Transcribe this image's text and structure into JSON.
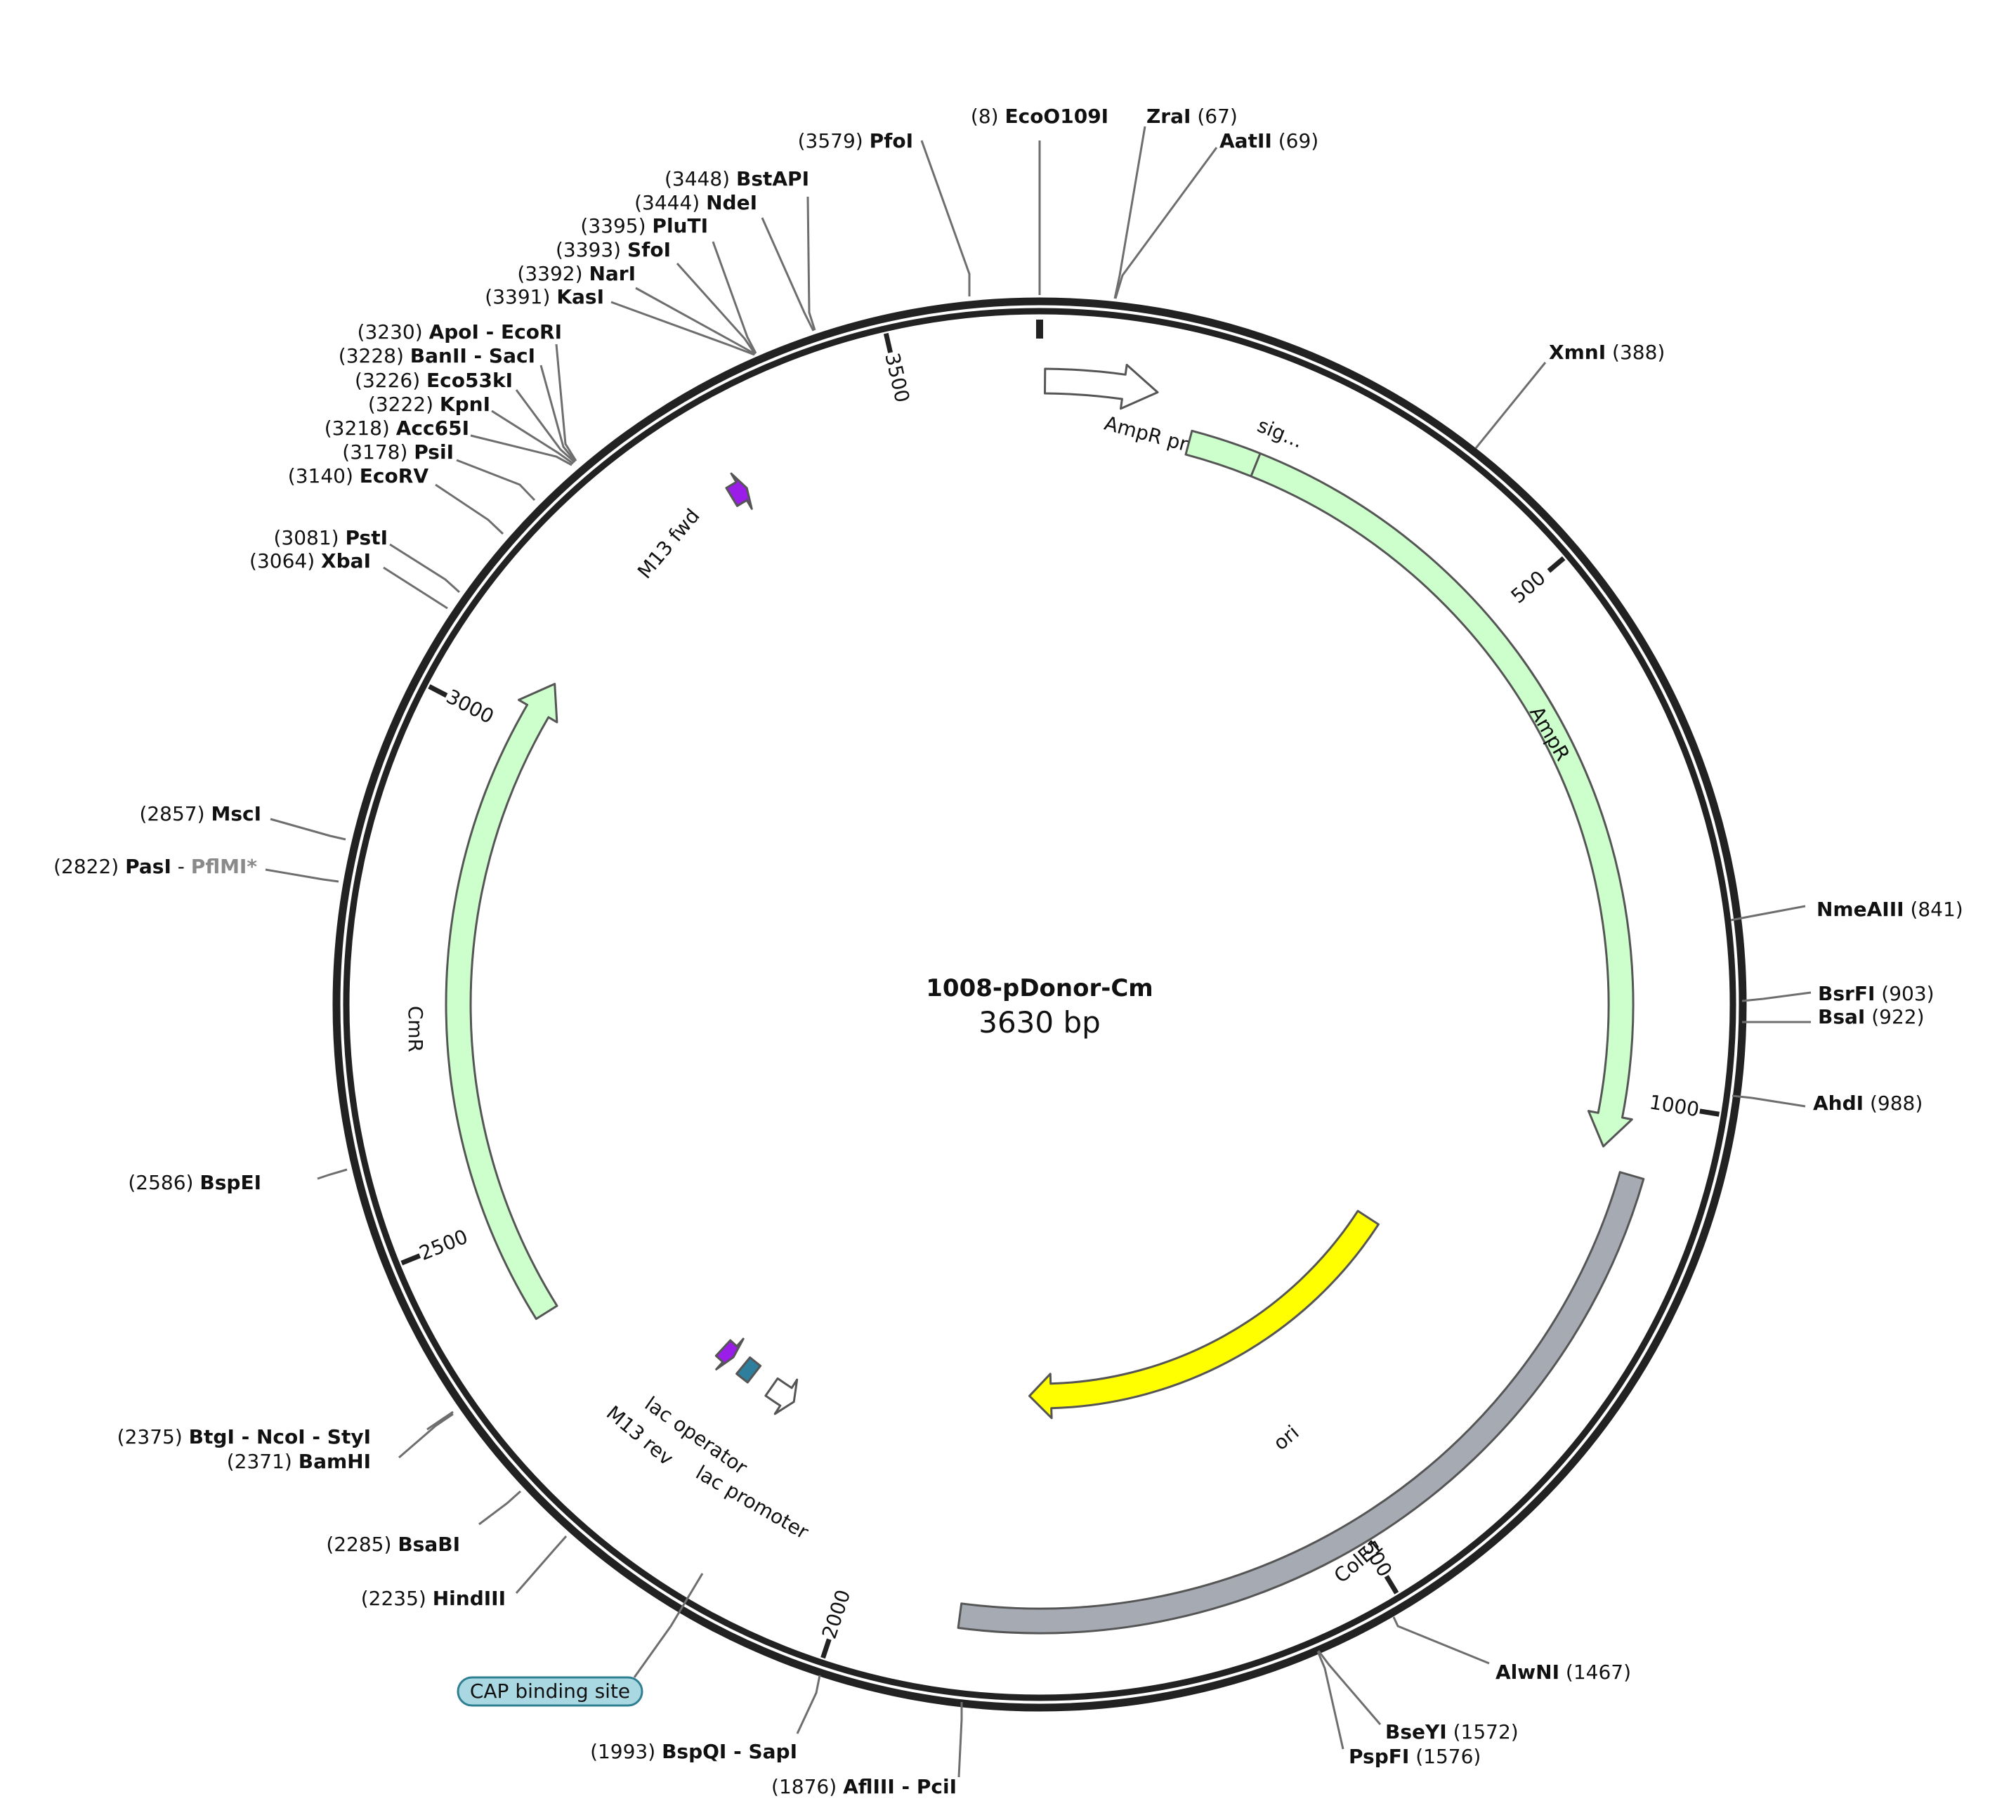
{
  "plasmid": {
    "name": "1008-pDonor-Cm",
    "length_label": "3630 bp",
    "length": 3630
  },
  "ticks": [
    {
      "pos": 500,
      "label": "500"
    },
    {
      "pos": 1000,
      "label": "1000"
    },
    {
      "pos": 1500,
      "label": "1500"
    },
    {
      "pos": 2000,
      "label": "2000"
    },
    {
      "pos": 2500,
      "label": "2500"
    },
    {
      "pos": 3000,
      "label": "3000"
    },
    {
      "pos": 3500,
      "label": "3500"
    }
  ],
  "features": [
    {
      "name": "AmpR promoter",
      "type": "arrow",
      "color": "#ffffff",
      "start": 5,
      "end": 110,
      "strand": 1
    },
    {
      "name": "sig...",
      "type": "box",
      "color": "#ccffcc",
      "start": 150,
      "end": 220,
      "strand": 1
    },
    {
      "name": "AmpR",
      "type": "arrow",
      "color": "#ccffcc",
      "start": 220,
      "end": 1050,
      "strand": 1
    },
    {
      "name": "ColE1",
      "type": "box",
      "color": "#a6abb3",
      "start": 1070,
      "end": 1890,
      "strand": 0
    },
    {
      "name": "ori",
      "type": "arrow",
      "color": "#ffff00",
      "start": 1240,
      "end": 1830,
      "strand": 1
    },
    {
      "name": "lac promoter",
      "type": "arrow",
      "color": "#ffffff",
      "start": 2135,
      "end": 2168,
      "strand": -1
    },
    {
      "name": "lac operator",
      "type": "box",
      "color": "#2e7f9e",
      "start": 2195,
      "end": 2212,
      "strand": 0
    },
    {
      "name": "M13 rev",
      "type": "arrow",
      "color": "#9b1de8",
      "start": 2228,
      "end": 2245,
      "strand": -1
    },
    {
      "name": "CmR",
      "type": "arrow",
      "color": "#ccffcc",
      "start": 2400,
      "end": 3060,
      "strand": 1
    },
    {
      "name": "M13 fwd",
      "type": "arrow",
      "color": "#9b1de8",
      "start": 3315,
      "end": 3332,
      "strand": 1
    },
    {
      "name": "CAP binding site",
      "type": "badge",
      "color": "#a9d8e2"
    }
  ],
  "sites": [
    {
      "pos_label": "(8)",
      "name": "EcoO109I"
    },
    {
      "pos_label": "(3579)",
      "name": "PfoI"
    },
    {
      "pos_label": "(67)",
      "name": "ZraI"
    },
    {
      "pos_label": "(69)",
      "name": "AatII"
    },
    {
      "pos_label": "(3448)",
      "name": "BstAPI"
    },
    {
      "pos_label": "(3444)",
      "name": "NdeI"
    },
    {
      "pos_label": "(3395)",
      "name": "PluTI"
    },
    {
      "pos_label": "(3393)",
      "name": "SfoI"
    },
    {
      "pos_label": "(3392)",
      "name": "NarI"
    },
    {
      "pos_label": "(3391)",
      "name": "KasI"
    },
    {
      "pos_label": "(3230)",
      "name": "ApoI - EcoRI"
    },
    {
      "pos_label": "(3228)",
      "name": "BanII - SacI"
    },
    {
      "pos_label": "(3226)",
      "name": "Eco53kI"
    },
    {
      "pos_label": "(3222)",
      "name": "KpnI"
    },
    {
      "pos_label": "(3218)",
      "name": "Acc65I"
    },
    {
      "pos_label": "(3178)",
      "name": "PsiI"
    },
    {
      "pos_label": "(3140)",
      "name": "EcoRV"
    },
    {
      "pos_label": "(3081)",
      "name": "PstI"
    },
    {
      "pos_label": "(3064)",
      "name": "XbaI"
    },
    {
      "pos_label": "(388)",
      "name": "XmnI"
    },
    {
      "pos_label": "(841)",
      "name": "NmeAIII"
    },
    {
      "pos_label": "(903)",
      "name": "BsrFI"
    },
    {
      "pos_label": "(922)",
      "name": "BsaI"
    },
    {
      "pos_label": "(988)",
      "name": "AhdI"
    },
    {
      "pos_label": "(2857)",
      "name": "MscI"
    },
    {
      "pos_label": "(2822)",
      "name": "PasI",
      "extra": "PflMI*"
    },
    {
      "pos_label": "(2586)",
      "name": "BspEI"
    },
    {
      "pos_label": "(2375)",
      "name": "BtgI - NcoI - StyI"
    },
    {
      "pos_label": "(2371)",
      "name": "BamHI"
    },
    {
      "pos_label": "(2285)",
      "name": "BsaBI"
    },
    {
      "pos_label": "(2235)",
      "name": "HindIII"
    },
    {
      "pos_label": "(1993)",
      "name": "BspQI - SapI"
    },
    {
      "pos_label": "(1876)",
      "name": "AflIII - PciI"
    },
    {
      "pos_label": "(1467)",
      "name": "AlwNI"
    },
    {
      "pos_label": "(1572)",
      "name": "BseYI"
    },
    {
      "pos_label": "(1576)",
      "name": "PspFI"
    }
  ],
  "colors": {
    "backbone": "#222222",
    "leader": "#6e6e6e",
    "feature_stroke": "#555555",
    "extra_site": "#8a8a8a"
  }
}
